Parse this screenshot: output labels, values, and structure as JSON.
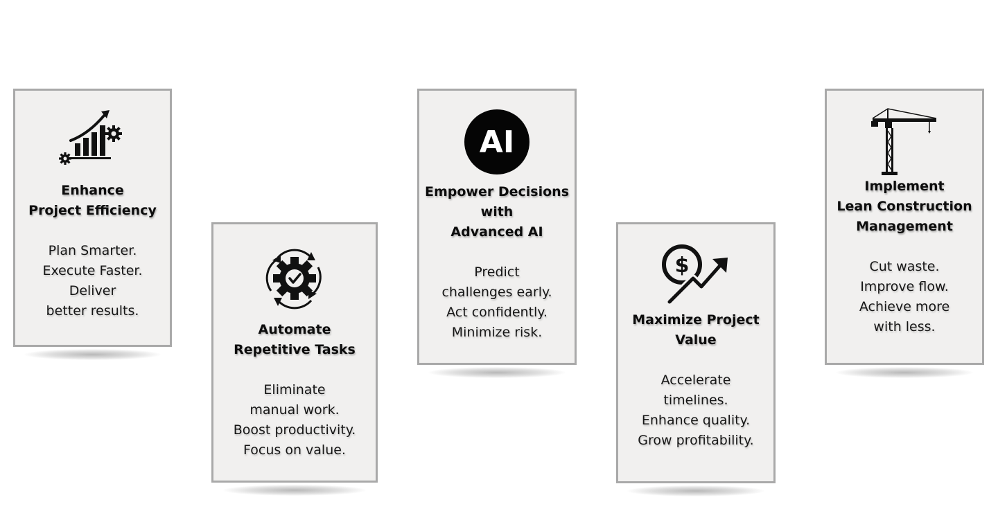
{
  "cards": [
    {
      "icon": "growth-chart-gears-icon",
      "title": [
        "Enhance",
        "Project Efficiency"
      ],
      "body": [
        "Plan Smarter.",
        "Execute Faster.",
        "Deliver",
        "better results."
      ]
    },
    {
      "icon": "automation-gear-check-icon",
      "title": [
        "Automate",
        "Repetitive Tasks"
      ],
      "body": [
        "Eliminate",
        "manual work.",
        "Boost productivity.",
        "Focus on value."
      ]
    },
    {
      "icon": "ai-badge-icon",
      "icon_text": "AI",
      "title": [
        "Empower Decisions",
        "with",
        "Advanced AI"
      ],
      "body": [
        "Predict",
        "challenges early.",
        "Act confidently.",
        "Minimize risk."
      ]
    },
    {
      "icon": "dollar-growth-arrow-icon",
      "icon_text": "$",
      "title": [
        "Maximize Project",
        "Value"
      ],
      "body": [
        "Accelerate",
        "timelines.",
        "Enhance quality.",
        "Grow profitability."
      ]
    },
    {
      "icon": "tower-crane-icon",
      "title": [
        "Implement",
        "Lean Construction",
        "Management"
      ],
      "body": [
        "Cut waste.",
        "Improve flow.",
        "Achieve more",
        "with less."
      ]
    }
  ]
}
